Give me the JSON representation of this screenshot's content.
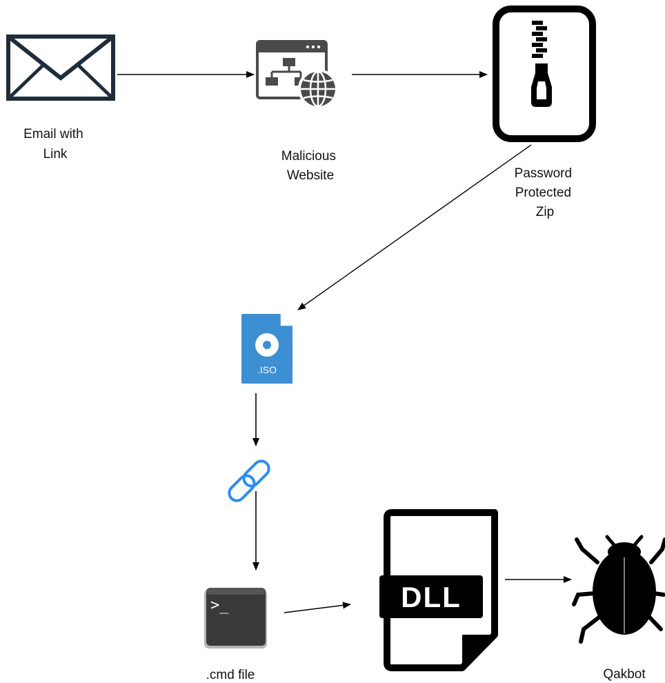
{
  "diagram": {
    "nodes": {
      "email": {
        "label_lines": [
          "Email with",
          "Link"
        ],
        "icon": "envelope-icon"
      },
      "website": {
        "label_lines": [
          "Malicious",
          "Website"
        ],
        "icon": "web-sitemap-globe-icon"
      },
      "zip": {
        "label_lines": [
          "Password",
          "Protected",
          "Zip"
        ],
        "icon": "zip-file-icon"
      },
      "iso": {
        "icon_text": ".ISO",
        "icon": "iso-disc-file-icon",
        "color": "#3d8fd3"
      },
      "link": {
        "icon": "chain-link-icon",
        "color": "#2a8ef0"
      },
      "cmd": {
        "label": ".cmd file",
        "icon_text": ">_",
        "icon": "terminal-icon"
      },
      "dll": {
        "icon_text": "DLL",
        "icon": "dll-file-icon"
      },
      "qakbot": {
        "label": "Qakbot",
        "icon": "bug-icon"
      }
    },
    "edges": [
      {
        "from": "email",
        "to": "website"
      },
      {
        "from": "website",
        "to": "zip"
      },
      {
        "from": "zip",
        "to": "iso"
      },
      {
        "from": "iso",
        "to": "link"
      },
      {
        "from": "link",
        "to": "cmd"
      },
      {
        "from": "cmd",
        "to": "dll"
      },
      {
        "from": "dll",
        "to": "qakbot"
      }
    ]
  }
}
